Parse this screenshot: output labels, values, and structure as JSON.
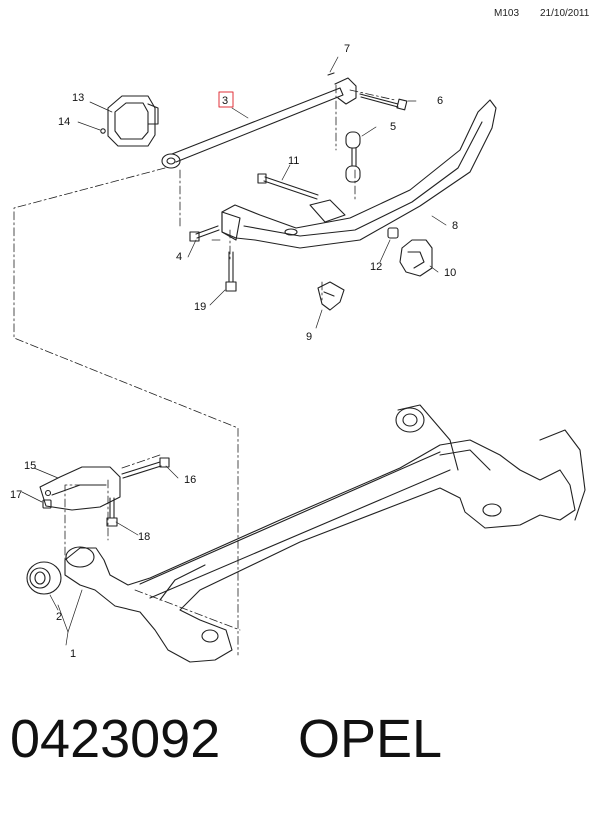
{
  "header": {
    "code": "M103",
    "date": "21/10/2011"
  },
  "callouts": {
    "c1": "1",
    "c2": "2",
    "c3": "3",
    "c4": "4",
    "c5": "5",
    "c6": "6",
    "c7": "7",
    "c8": "8",
    "c9": "9",
    "c10": "10",
    "c11": "11",
    "c12": "12",
    "c13": "13",
    "c14": "14",
    "c15": "15",
    "c16": "16",
    "c17": "17",
    "c18": "18",
    "c19": "19"
  },
  "footer": {
    "part_number": "0423092",
    "brand": "OPEL"
  },
  "colors": {
    "line": "#222222",
    "highlight": "#e0303a"
  }
}
